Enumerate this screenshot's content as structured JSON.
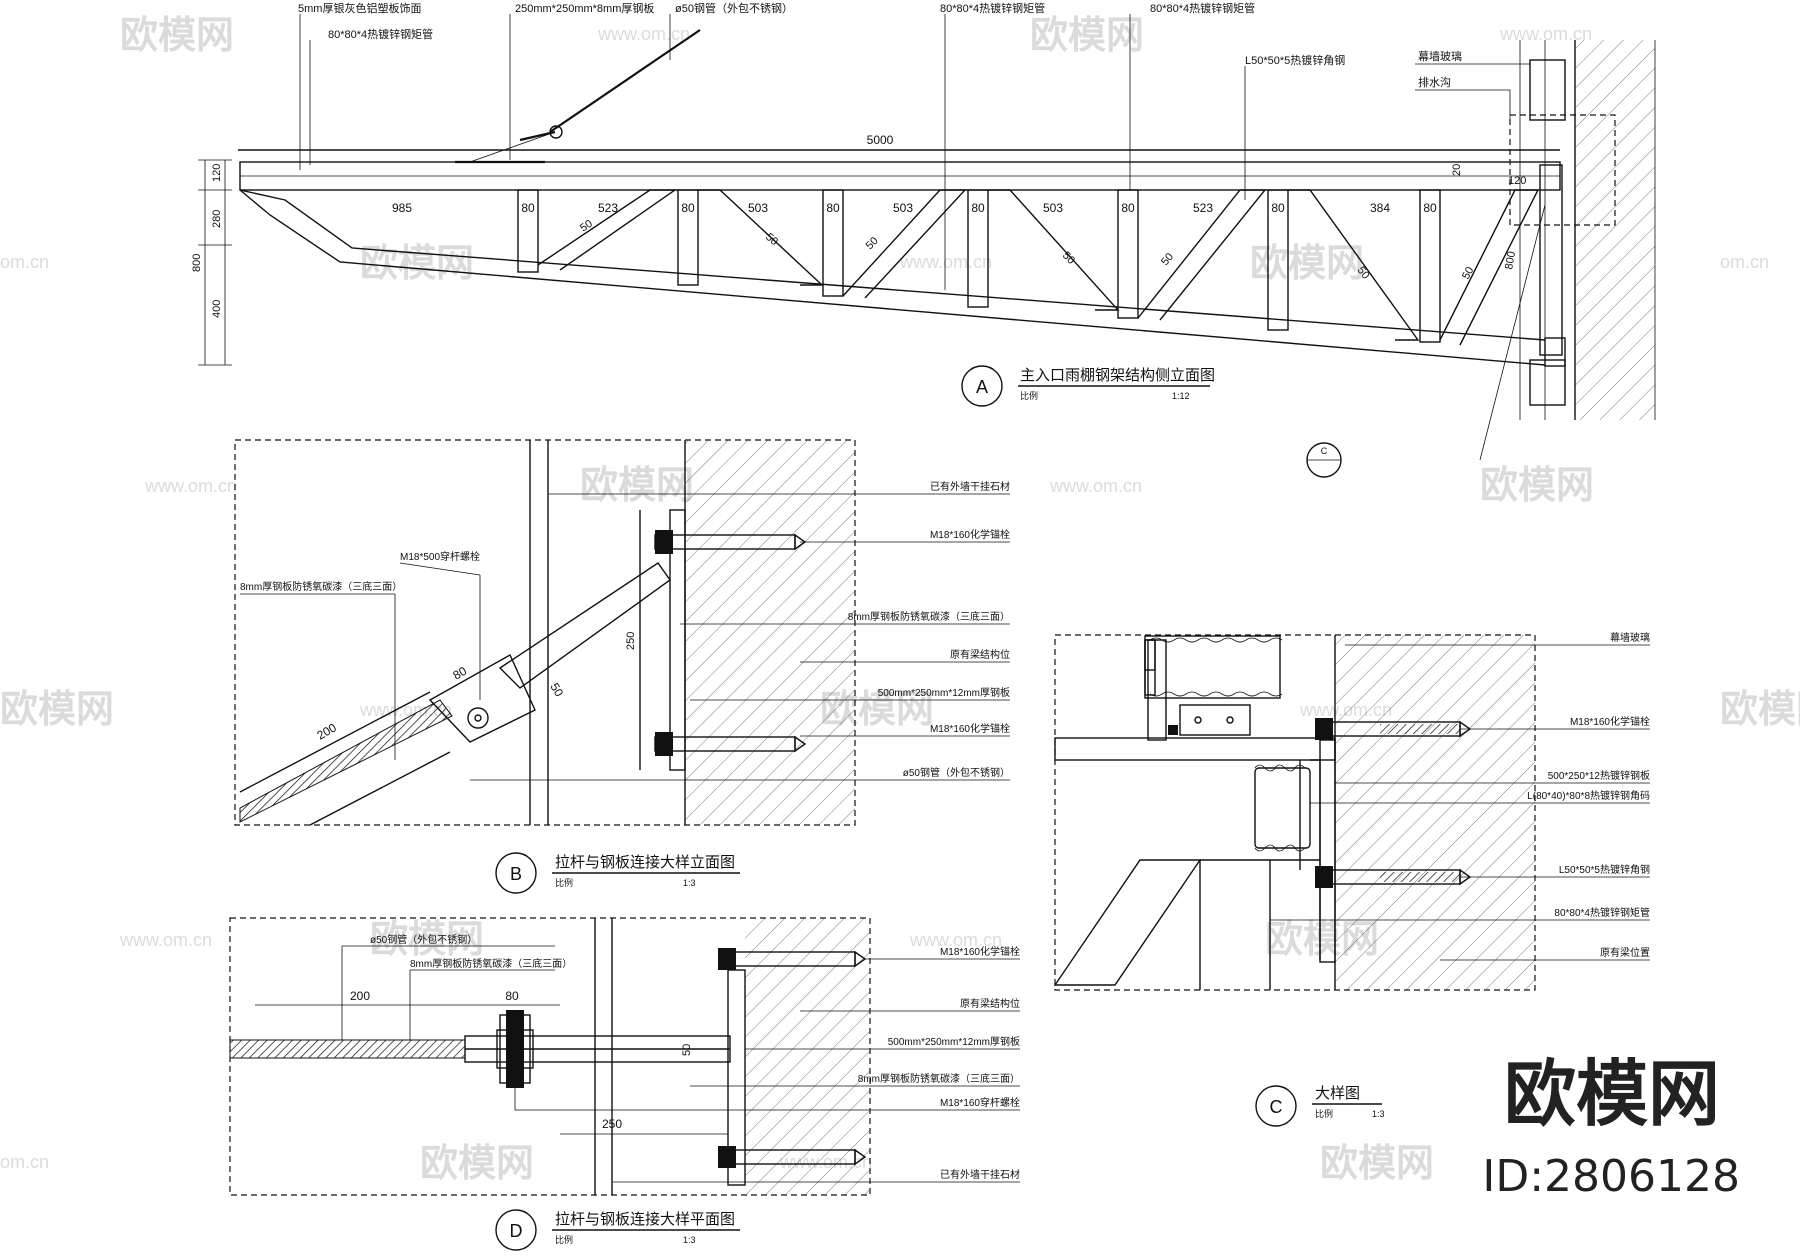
{
  "watermark": {
    "brand": "欧模网",
    "url": "www.om.cn",
    "short": "om.cn"
  },
  "brand": {
    "name": "欧模网",
    "id": "ID:2806128"
  },
  "view_a": {
    "marker": "A",
    "title": "主入口雨棚钢架结构侧立面图",
    "scale_label": "比例",
    "scale": "1:12",
    "total_span": "5000",
    "top_annotations": [
      "5mm厚银灰色铝塑板饰面",
      "80*80*4热镀锌钢矩管",
      "250mm*250mm*8mm厚钢板",
      "ø50钢管（外包不锈钢）",
      "80*80*4热镀锌钢矩管",
      "80*80*4热镀锌钢矩管",
      "L50*50*5热镀锌角钢",
      "幕墙玻璃",
      "排水沟"
    ],
    "bay_dims": [
      "985",
      "80",
      "523",
      "80",
      "503",
      "80",
      "503",
      "80",
      "503",
      "80",
      "523",
      "80",
      "384",
      "80"
    ],
    "left_dims": [
      "120",
      "280",
      "400",
      "800"
    ],
    "diag_labels": [
      "50",
      "50",
      "50",
      "50",
      "50",
      "50",
      "50"
    ],
    "right_dims": [
      "20",
      "120",
      "800"
    ],
    "callout_c": "C"
  },
  "view_b": {
    "marker": "B",
    "title": "拉杆与钢板连接大样立面图",
    "scale_label": "比例",
    "scale": "1:3",
    "labels": [
      "已有外墙干挂石材",
      "M18*160化学锚栓",
      "8mm厚钢板防锈氧碳漆（三底三面）",
      "原有梁结构位",
      "500mm*250mm*12mm厚钢板",
      "M18*160化学锚栓",
      "ø50钢管（外包不锈钢）"
    ],
    "left_labels": [
      "M18*500穿杆螺栓",
      "8mm厚钢板防锈氧碳漆（三底三面）"
    ],
    "dims": [
      "250",
      "80",
      "50",
      "200"
    ]
  },
  "view_c": {
    "marker": "C",
    "title": "大样图",
    "scale_label": "比例",
    "scale": "1:3",
    "labels": [
      "幕墙玻璃",
      "M18*160化学锚栓",
      "500*250*12热镀锌钢板",
      "L(80*40)*80*8热镀锌钢角码",
      "L50*50*5热镀锌角钢",
      "80*80*4热镀锌钢矩管",
      "原有梁位置"
    ]
  },
  "view_d": {
    "marker": "D",
    "title": "拉杆与钢板连接大样平面图",
    "scale_label": "比例",
    "scale": "1:3",
    "top_labels": [
      "ø50钢管（外包不锈钢）",
      "8mm厚钢板防锈氧碳漆（三底三面）"
    ],
    "labels": [
      "M18*160化学锚栓",
      "原有梁结构位",
      "500mm*250mm*12mm厚钢板",
      "8mm厚钢板防锈氧碳漆（三底三面）",
      "M18*160穿杆螺栓",
      "已有外墙干挂石材"
    ],
    "dims": [
      "200",
      "80",
      "250",
      "50"
    ]
  }
}
